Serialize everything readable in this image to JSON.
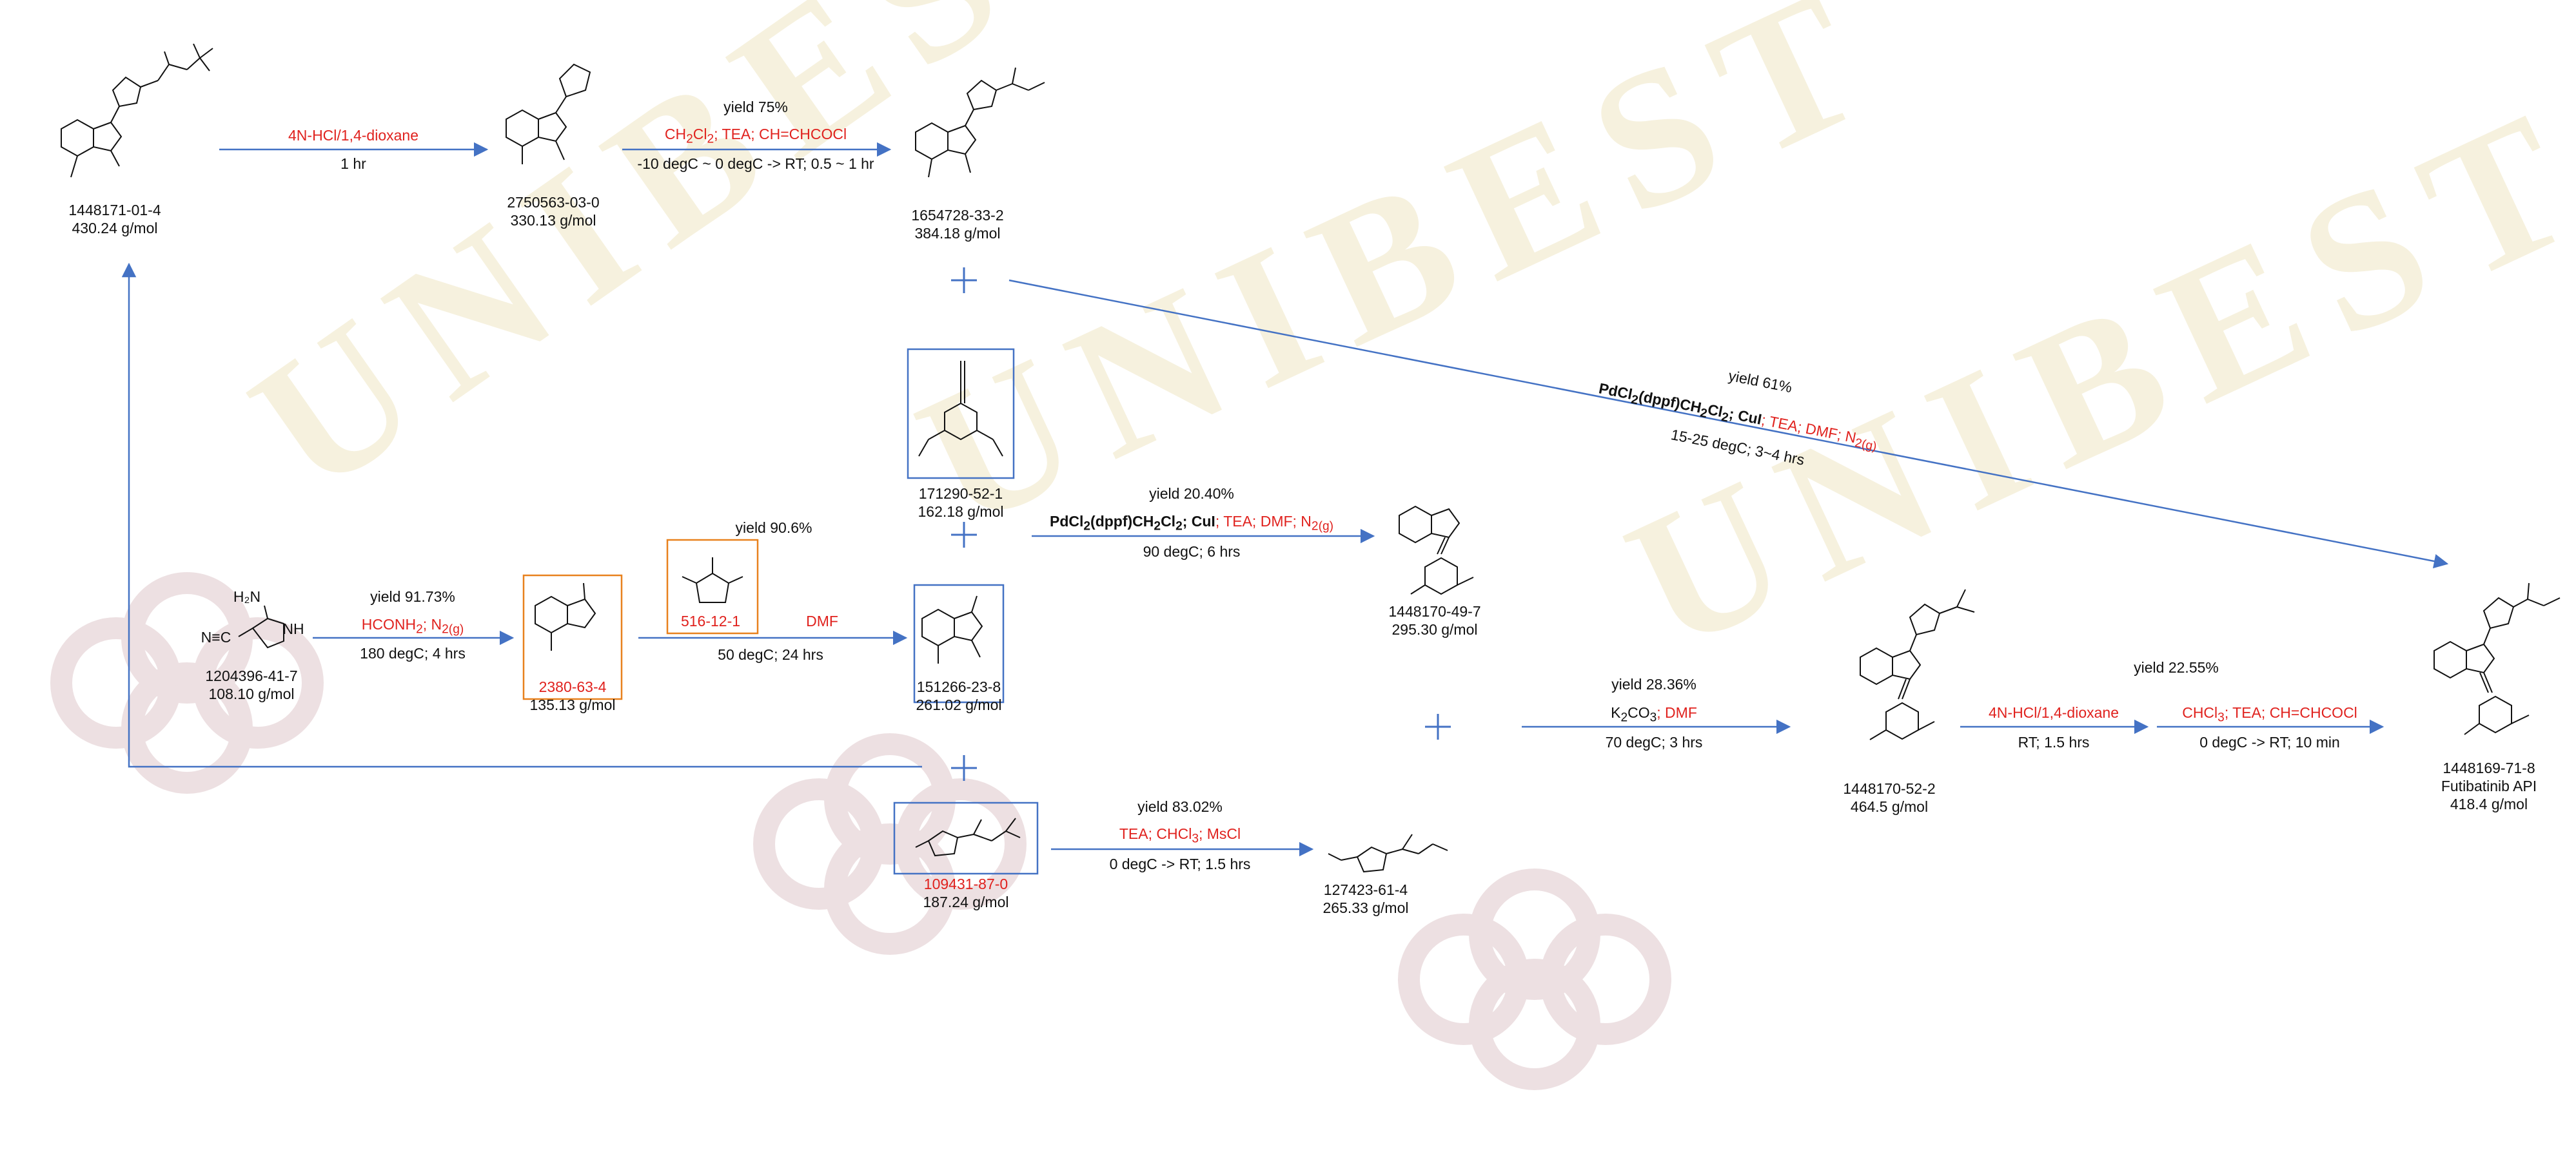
{
  "watermark": {
    "text": "UNIBEST"
  },
  "compounds": {
    "c1448171": {
      "cas": "1448171-01-4",
      "mw": "430.24 g/mol"
    },
    "c2750563": {
      "cas": "2750563-03-0",
      "mw": "330.13 g/mol"
    },
    "c1654728": {
      "cas": "1654728-33-2",
      "mw": "384.18 g/mol"
    },
    "c171290": {
      "cas": "171290-52-1",
      "mw": "162.18 g/mol"
    },
    "c1204396": {
      "cas": "1204396-41-7",
      "mw": "108.10 g/mol",
      "atoms": {
        "h2n": "H₂N",
        "n": "N",
        "nh": "NH",
        "cn": "N≡C"
      }
    },
    "c2380": {
      "cas": "2380-63-4",
      "mw": "135.13 g/mol"
    },
    "c516": {
      "cas": "516-12-1"
    },
    "c151266": {
      "cas": "151266-23-8",
      "mw": "261.02 g/mol"
    },
    "c1448170_49": {
      "cas": "1448170-49-7",
      "mw": "295.30 g/mol"
    },
    "c109431": {
      "cas": "109431-87-0",
      "mw": "187.24 g/mol"
    },
    "c127423": {
      "cas": "127423-61-4",
      "mw": "265.33 g/mol"
    },
    "c1448170_52": {
      "cas": "1448170-52-2",
      "mw": "464.5 g/mol"
    },
    "c1448169": {
      "cas": "1448169-71-8",
      "name": "Futibatinib API",
      "mw": "418.4 g/mol"
    }
  },
  "reactions": {
    "r1": {
      "above": "4N-HCl/1,4-dioxane",
      "below": "1 hr"
    },
    "r2": {
      "yield": "yield 75%",
      "above_1": "CH",
      "above_1_sub": "2",
      "above_2": "Cl",
      "above_2_sub": "2",
      "above_3": "; TEA; CH=CHCOCl",
      "below": "-10 degC ~ 0 degC -> RT; 0.5 ~ 1 hr"
    },
    "r3": {
      "yield": "yield 61%",
      "cat": "PdCl",
      "cat_sub": "2",
      "cat2": "(dppf)CH",
      "cat2_sub": "2",
      "cat3": "Cl",
      "cat3_sub": "2",
      "cat4": "; CuI",
      "reag": "; TEA; DMF; N",
      "reag_sub": "2(g)",
      "below": "15-25 degC; 3~4 hrs"
    },
    "r4": {
      "yield": "yield 91.73%",
      "above": "HCONH",
      "above_sub": "2",
      "above_2": "; N",
      "above_2_sub": "2(g)",
      "below": "180 degC; 4 hrs"
    },
    "r5": {
      "yield": "yield 90.6%",
      "reag": "DMF",
      "below": "50 degC; 24 hrs"
    },
    "r6": {
      "yield": "yield 20.40%",
      "cat": "PdCl",
      "cat_sub": "2",
      "cat2": "(dppf)CH",
      "cat2_sub": "2",
      "cat3": "Cl",
      "cat3_sub": "2",
      "cat4": "; CuI",
      "reag": "; TEA; DMF; N",
      "reag_sub": "2(g)",
      "below": "90 degC; 6 hrs"
    },
    "r7": {
      "yield": "yield 83.02%",
      "above": "TEA; CHCl",
      "above_sub": "3",
      "above_2": "; MsCl",
      "below": "0 degC -> RT; 1.5 hrs"
    },
    "r8": {
      "yield": "yield 28.36%",
      "above_1": "K",
      "above_1_sub": "2",
      "above_2": "CO",
      "above_2_sub": "3",
      "above_3": "; DMF",
      "below": "70 degC; 3 hrs"
    },
    "r9": {
      "yield": "yield 22.55%",
      "above": "4N-HCl/1,4-dioxane",
      "below": "RT; 1.5 hrs"
    },
    "r10": {
      "above": "CHCl",
      "above_sub": "3",
      "above_2": "; TEA; CH=CHCOCl",
      "below": "0 degC -> RT; 10 min"
    }
  },
  "colors": {
    "arrow": "#4472c4",
    "red": "#e0221e",
    "box_blue": "#4472c4",
    "box_orange": "#e8811e",
    "watermark": "#efe6c4",
    "logo": "#e6d4d6"
  }
}
